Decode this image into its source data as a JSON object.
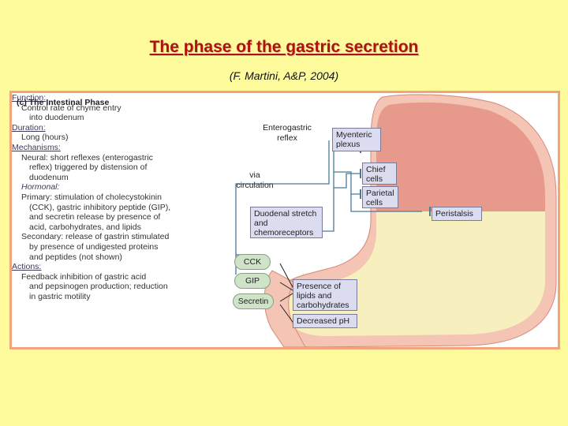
{
  "slide": {
    "title": "The phase of the gastric secretion",
    "subtitle": "(F. Martini, A&P, 2004)"
  },
  "figure": {
    "heading": "(c) The Intestinal Phase",
    "text_lines": [
      {
        "text": "Function:",
        "style": "head",
        "indent": 0
      },
      {
        "text": "Control rate of chyme entry",
        "style": "normal",
        "indent": 1
      },
      {
        "text": "into duodenum",
        "style": "normal",
        "indent": 2
      },
      {
        "text": "Duration:",
        "style": "head",
        "indent": 0
      },
      {
        "text": "Long (hours)",
        "style": "normal",
        "indent": 1
      },
      {
        "text": "Mechanisms:",
        "style": "head",
        "indent": 0
      },
      {
        "text": "Neural: short reflexes (enterogastric",
        "style": "normal",
        "indent": 1
      },
      {
        "text": "reflex) triggered by distension of",
        "style": "normal",
        "indent": 2
      },
      {
        "text": "duodenum",
        "style": "normal",
        "indent": 2
      },
      {
        "text": "Hormonal:",
        "style": "ital",
        "indent": 1
      },
      {
        "text": "Primary: stimulation of cholecystokinin",
        "style": "normal",
        "indent": 1
      },
      {
        "text": "(CCK), gastric inhibitory peptide (GIP),",
        "style": "normal",
        "indent": 2
      },
      {
        "text": "and secretin release by presence of",
        "style": "normal",
        "indent": 2
      },
      {
        "text": "acid, carbohydrates, and lipids",
        "style": "normal",
        "indent": 2
      },
      {
        "text": "Secondary: release of gastrin stimulated",
        "style": "normal",
        "indent": 1
      },
      {
        "text": "by presence of undigested proteins",
        "style": "normal",
        "indent": 2
      },
      {
        "text": "and peptides (not shown)",
        "style": "normal",
        "indent": 2
      },
      {
        "text": "Actions:",
        "style": "head",
        "indent": 0
      },
      {
        "text": "Feedback inhibition of gastric acid",
        "style": "normal",
        "indent": 1
      },
      {
        "text": "and pepsinogen production; reduction",
        "style": "normal",
        "indent": 2
      },
      {
        "text": "in gastric motility",
        "style": "normal",
        "indent": 2
      }
    ],
    "labels": {
      "enterogastric_reflex": "Enterogastric reflex",
      "via_circulation": "via circulation",
      "myenteric_plexus": "Myenteric plexus",
      "chief_cells": "Chief cells",
      "parietal_cells": "Parietal cells",
      "peristalsis": "Peristalsis",
      "duodenal_receptors": "Duodenal stretch and chemoreceptors",
      "cck": "CCK",
      "gip": "GIP",
      "secretin": "Secretin",
      "lipids_carbs": "Presence of lipids and carbohydrates",
      "decreased_ph": "Decreased pH"
    },
    "colors": {
      "stomach": "#e79a8c",
      "stomach_wall": "#f4c4b4",
      "chyme": "#f7efbe",
      "box_fill": "#dcdcf0",
      "pill_fill": "#cfe3c8",
      "frame": "#f3a579"
    }
  }
}
